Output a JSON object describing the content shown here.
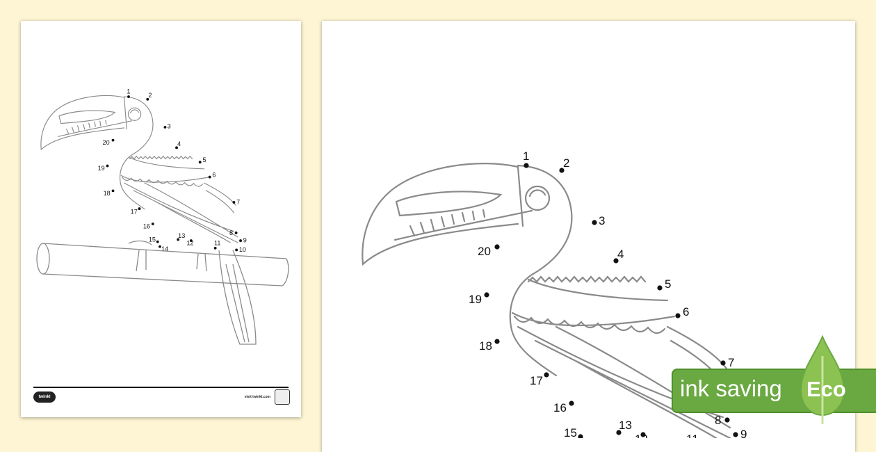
{
  "worksheet": {
    "dot_labels": [
      "1",
      "2",
      "3",
      "4",
      "5",
      "6",
      "7",
      "8",
      "9",
      "10",
      "11",
      "12",
      "13",
      "14",
      "15",
      "16",
      "17",
      "18",
      "19",
      "20"
    ],
    "footer": {
      "logo_text": "twinkl",
      "visit_text": "visit twinkl.com"
    }
  },
  "eco_badge": {
    "text": "ink saving",
    "label": "Eco",
    "color": "#6aa842"
  }
}
